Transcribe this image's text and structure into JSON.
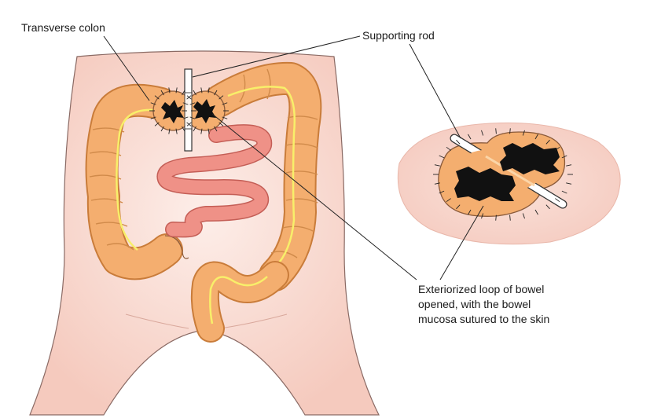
{
  "labels": {
    "transverse_colon": "Transverse colon",
    "supporting_rod": "Supporting rod",
    "exteriorized_loop": [
      "Exteriorized loop of bowel",
      "opened, with the bowel",
      "mucosa sutured to the skin"
    ]
  },
  "colors": {
    "skin": "#f7d3c9",
    "skin_outline": "#8a6a64",
    "colon": "#f4ae6f",
    "colon_dark": "#c97c3a",
    "colon_vessel": "#f8ef6a",
    "small_bowel": "#ef9187",
    "small_bowel_dark": "#c45e56",
    "mucosa": "#111111",
    "rod": "#ffffff",
    "leader_line": "#222222"
  }
}
